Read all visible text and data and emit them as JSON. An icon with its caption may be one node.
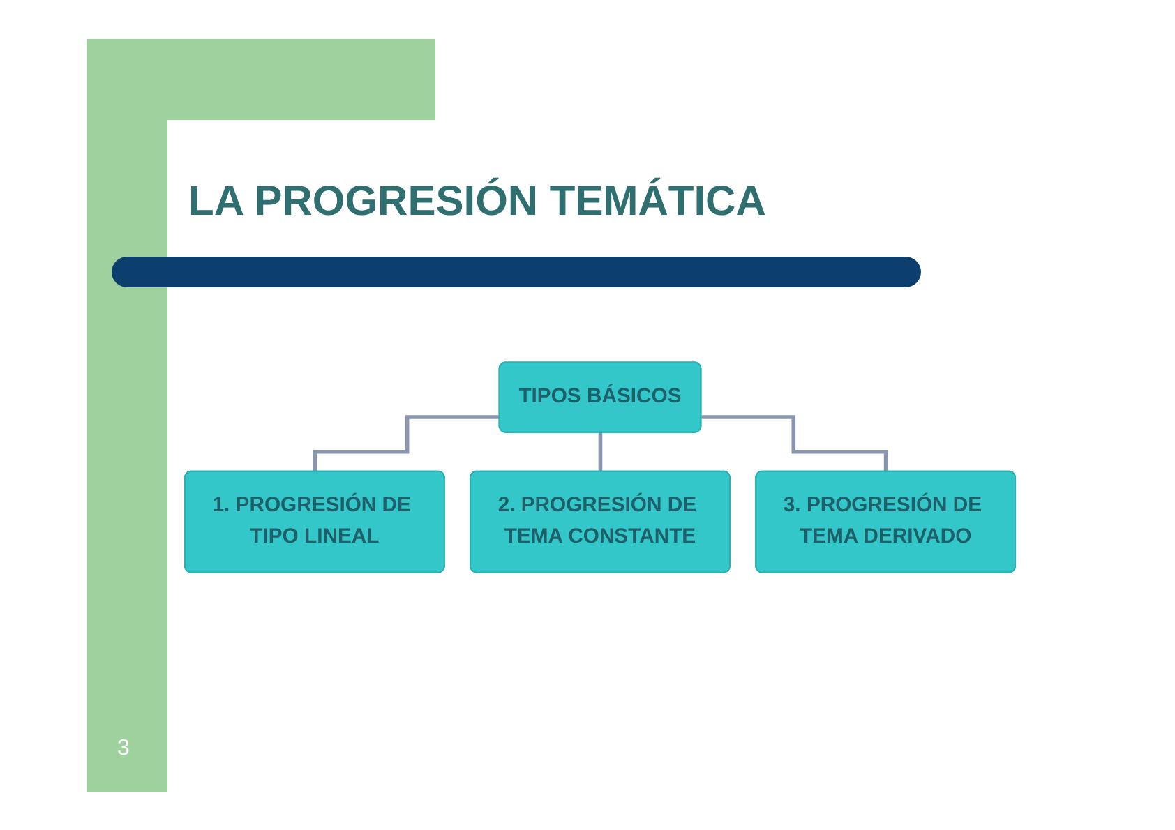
{
  "diagram": {
    "title": "LA PROGRESIÓN TEMÁTICA",
    "nodes": [
      {
        "text": [
          "TIPOS BÁSICOS"
        ]
      },
      {
        "text": [
          "1. PROGRESIÓN DE TIPO LINEAL"
        ]
      },
      {
        "text": [
          "2. PROGRESIÓN DE TEMA CONSTANTE"
        ]
      },
      {
        "text": [
          "3. PROGRESIÓN DE TEMA DERIVADO"
        ]
      }
    ],
    "edges": [
      {
        "from": 0,
        "to": 1,
        "arrow": "none"
      },
      {
        "from": 0,
        "to": 2,
        "arrow": "none"
      },
      {
        "from": 0,
        "to": 3,
        "arrow": "none"
      }
    ],
    "labels": [
      "3"
    ]
  }
}
